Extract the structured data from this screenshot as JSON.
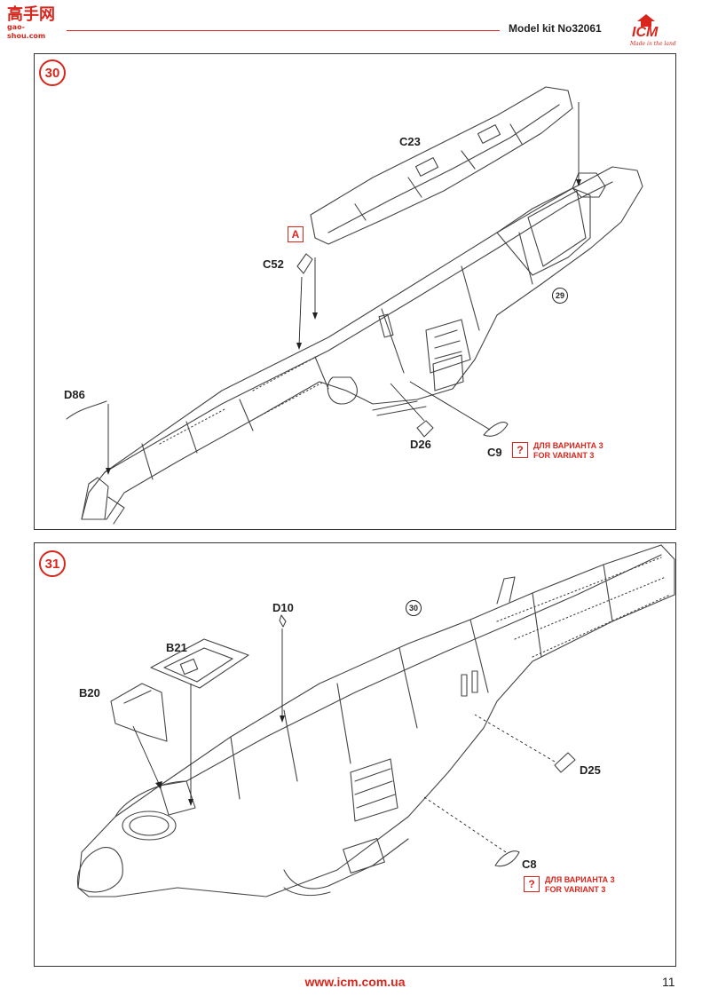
{
  "header": {
    "watermark_main": "高手网",
    "watermark_sub": "gao-shou.com",
    "model_kit_label": "Model kit No32061",
    "logo_text": "ICM",
    "logo_tagline": "Made in the land",
    "accent_color": "#d9261c"
  },
  "step30": {
    "number": "30",
    "ref_step": "29",
    "parts": {
      "c23": "C23",
      "c52": "C52",
      "d86": "D86",
      "d26": "D26",
      "c9": "C9"
    },
    "marker_a": "A",
    "note_icon": "?",
    "note_line1": "ДЛЯ ВАРИАНТА 3",
    "note_line2": "FOR VARIANT 3"
  },
  "step31": {
    "number": "31",
    "ref_step": "30",
    "parts": {
      "d10": "D10",
      "b21": "B21",
      "b20": "B20",
      "d25": "D25",
      "c8": "C8"
    },
    "note_icon": "?",
    "note_line1": "ДЛЯ ВАРИАНТА 3",
    "note_line2": "FOR VARIANT 3"
  },
  "footer": {
    "url": "www.icm.com.ua",
    "page_number": "11"
  }
}
